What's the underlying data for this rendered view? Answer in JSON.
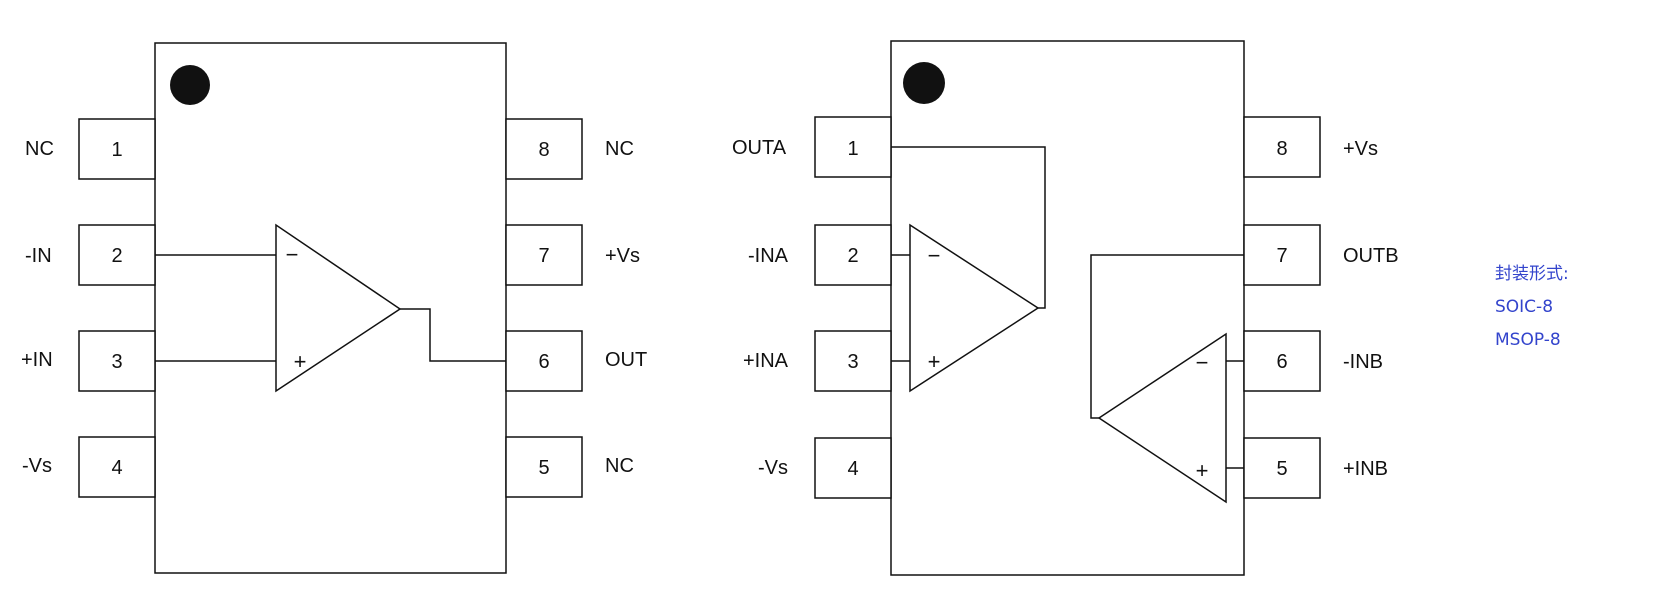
{
  "chips": [
    {
      "pins": [
        {
          "num": "1",
          "label": "NC"
        },
        {
          "num": "2",
          "label": "-IN"
        },
        {
          "num": "3",
          "label": "+IN"
        },
        {
          "num": "4",
          "label": "-Vs"
        },
        {
          "num": "5",
          "label": "NC"
        },
        {
          "num": "6",
          "label": "OUT"
        },
        {
          "num": "7",
          "label": "+Vs"
        },
        {
          "num": "8",
          "label": "NC"
        }
      ],
      "amplifiers": [
        {
          "minus": "−",
          "plus": "+"
        }
      ]
    },
    {
      "pins": [
        {
          "num": "1",
          "label": "OUTA"
        },
        {
          "num": "2",
          "label": "-INA"
        },
        {
          "num": "3",
          "label": "+INA"
        },
        {
          "num": "4",
          "label": "-Vs"
        },
        {
          "num": "5",
          "label": "+INB"
        },
        {
          "num": "6",
          "label": "-INB"
        },
        {
          "num": "7",
          "label": "OUTB"
        },
        {
          "num": "8",
          "label": "+Vs"
        }
      ],
      "amplifiers": [
        {
          "minus": "−",
          "plus": "+"
        },
        {
          "minus": "−",
          "plus": "+"
        }
      ]
    }
  ],
  "package_note": {
    "title": "封装形式:",
    "packages": [
      "SOIC-8",
      "MSOP-8"
    ]
  },
  "colors": {
    "line": "#111111",
    "note_text": "#3344cc"
  }
}
